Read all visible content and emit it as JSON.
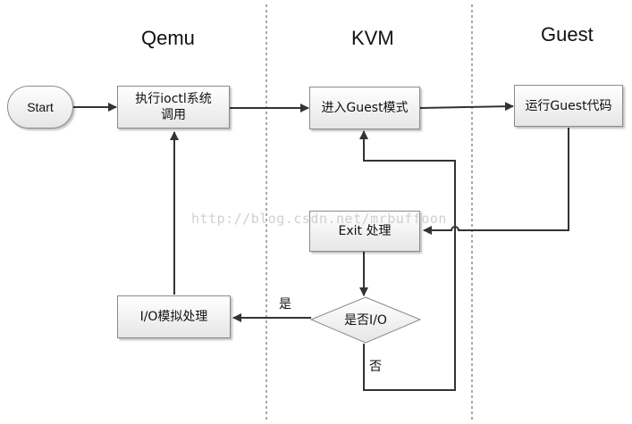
{
  "lanes": {
    "qemu": "Qemu",
    "kvm": "KVM",
    "guest": "Guest"
  },
  "nodes": {
    "start": "Start",
    "ioctl_line1": "执行ioctl系统",
    "ioctl_line2": "调用",
    "enter_guest": "进入Guest模式",
    "run_guest": "运行Guest代码",
    "exit_handle": "Exit 处理",
    "is_io": "是否I/O",
    "io_emulate": "I/O模拟处理"
  },
  "edge_labels": {
    "yes": "是",
    "no": "否"
  },
  "watermark": "http://blog.csdn.net/mrbuffoon"
}
